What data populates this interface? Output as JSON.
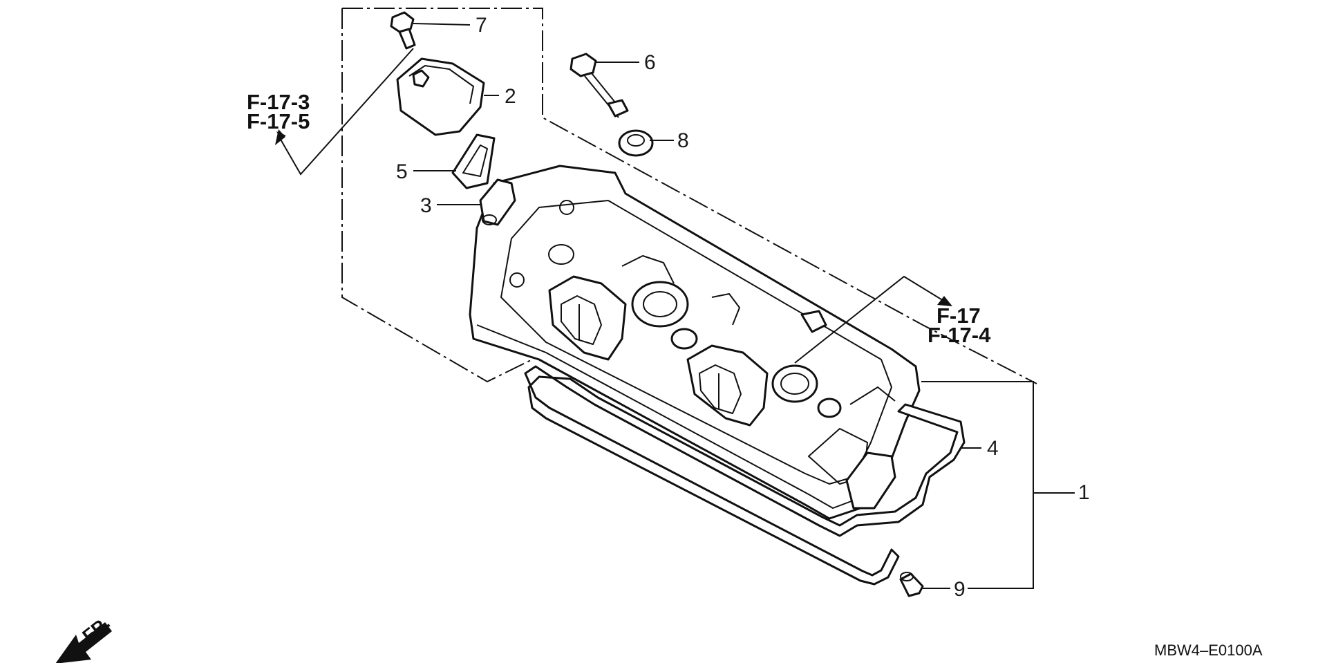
{
  "diagram": {
    "callouts": {
      "c1": "1",
      "c2": "2",
      "c3": "3",
      "c4": "4",
      "c5": "5",
      "c6": "6",
      "c7": "7",
      "c8": "8",
      "c9": "9"
    },
    "references": {
      "left_top": "F-17-3",
      "left_bottom": "F-17-5",
      "right_top": "F-17",
      "right_bottom": "F-17-4"
    },
    "front_label": "FR.",
    "drawing_code": "MBW4–E0100A"
  }
}
